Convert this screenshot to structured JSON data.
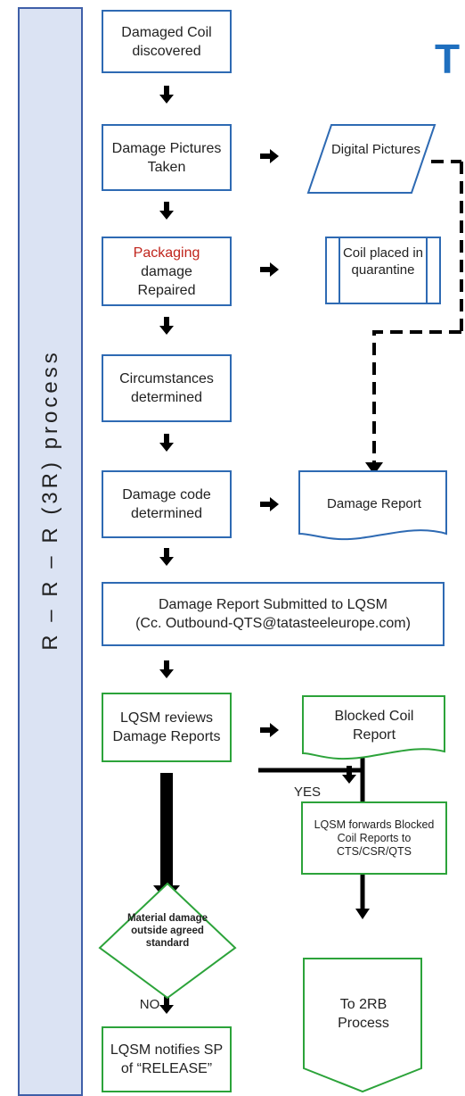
{
  "lane_label": "R – R – R (3R) process",
  "title_fragment": "T",
  "steps": {
    "coil_discovered": "Damaged Coil discovered",
    "pictures_taken": "Damage Pictures Taken",
    "packaging_word": "Packaging",
    "packaging_rest": "damage Repaired",
    "circumstances": "Circumstances determined",
    "damage_code": "Damage code determined",
    "report_submitted": "Damage Report Submitted to LQSM",
    "report_cc": "(Cc. Outbound-QTS@tatasteeleurope.com)",
    "lqsm_reviews": "LQSM reviews Damage Reports",
    "decision": "Material damage outside agreed standard",
    "lqsm_notifies": "LQSM notifies SP of “RELEASE”"
  },
  "outputs": {
    "digital_pictures": "Digital Pictures",
    "quarantine": "Coil placed in quarantine",
    "damage_report": "Damage Report",
    "blocked_report": "Blocked Coil Report",
    "lqsm_forwards": "LQSM forwards Blocked Coil Reports to CTS/CSR/QTS",
    "to_2rb": "To 2RB Process"
  },
  "branches": {
    "yes": "YES",
    "no": "NO"
  },
  "colors": {
    "blue_border": "#2e6ab3",
    "green_border": "#2ca33a",
    "lane_fill": "#dbe3f3",
    "highlight_text": "#c0241c"
  }
}
